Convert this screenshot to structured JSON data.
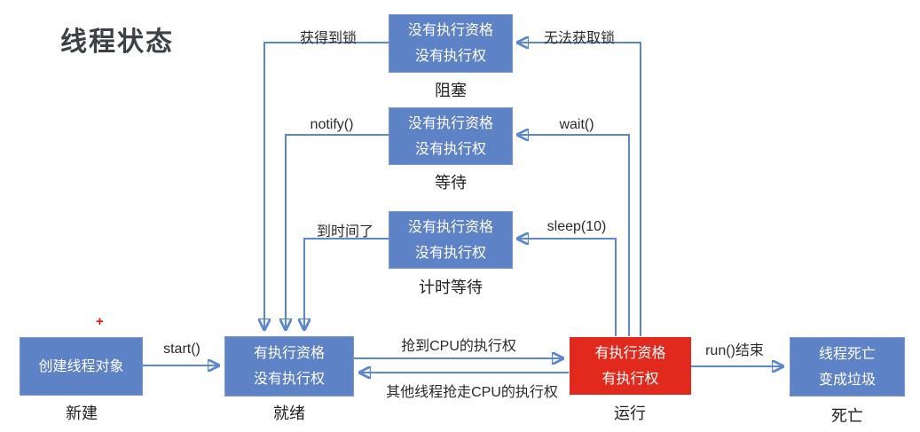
{
  "title": "线程状态",
  "cursor_plus": "+",
  "colors": {
    "box_blue": "#5e82c6",
    "box_red": "#e2291d",
    "line_blue": "#5b87cd",
    "title_text": "#3d4045",
    "box_text": "#ffffff",
    "cursor_red": "#e8100c"
  },
  "states": {
    "new": {
      "lines": [
        "创建线程对象"
      ],
      "label": "新建"
    },
    "ready": {
      "lines": [
        "有执行资格",
        "没有执行权"
      ],
      "label": "就绪"
    },
    "running": {
      "lines": [
        "有执行资格",
        "有执行权"
      ],
      "label": "运行"
    },
    "dead": {
      "lines": [
        "线程死亡",
        "变成垃圾"
      ],
      "label": "死亡"
    },
    "blocked": {
      "lines": [
        "没有执行资格",
        "没有执行权"
      ],
      "label": "阻塞"
    },
    "waiting": {
      "lines": [
        "没有执行资格",
        "没有执行权"
      ],
      "label": "等待"
    },
    "timed_waiting": {
      "lines": [
        "没有执行资格",
        "没有执行权"
      ],
      "label": "计时等待"
    }
  },
  "transitions": {
    "start": "start()",
    "acquire_cpu": "抢到CPU的执行权",
    "lose_cpu": "其他线程抢走CPU的执行权",
    "run_end": "run()结束",
    "got_lock": "获得到锁",
    "cannot_get_lock": "无法获取锁",
    "notify": "notify()",
    "wait": "wait()",
    "time_up": "到时间了",
    "sleep": "sleep(10)"
  }
}
